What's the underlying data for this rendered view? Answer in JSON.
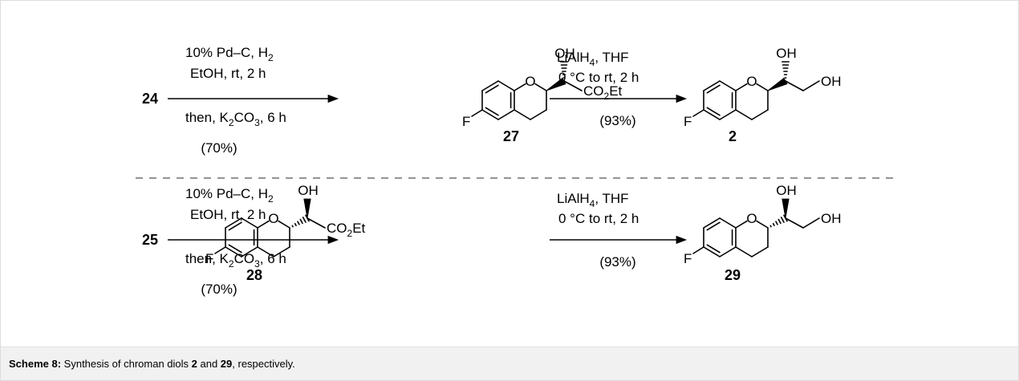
{
  "rows": [
    {
      "start": "24",
      "step1": {
        "above": [
          [
            "10% Pd–C, H",
            "2",
            ""
          ],
          [
            "EtOH, rt, 2 h"
          ]
        ],
        "below": [
          [
            "then, K",
            "2",
            "CO",
            "3",
            ", 6 h"
          ],
          [
            "(70%)"
          ]
        ]
      },
      "intermediate": {
        "label": "27",
        "F": "F",
        "O": "O",
        "OH": "OH",
        "ester": [
          "CO",
          "2",
          "Et"
        ]
      },
      "step2": {
        "above": [
          [
            "LiAlH",
            "4",
            ", THF"
          ],
          [
            "0 °C to rt, 2 h"
          ]
        ],
        "below": [
          [
            "(93%)"
          ]
        ]
      },
      "product": {
        "label": "2",
        "F": "F",
        "O": "O",
        "OH": "OH",
        "OH2": "OH"
      }
    },
    {
      "start": "25",
      "step1": {
        "above": [
          [
            "10% Pd–C, H",
            "2",
            ""
          ],
          [
            "EtOH, rt, 2 h"
          ]
        ],
        "below": [
          [
            "then, K",
            "2",
            "CO",
            "3",
            ", 6 h"
          ],
          [
            "(70%)"
          ]
        ]
      },
      "intermediate": {
        "label": "28",
        "F": "F",
        "O": "O",
        "OH": "OH",
        "ester": [
          "CO",
          "2",
          "Et"
        ]
      },
      "step2": {
        "above": [
          [
            "LiAlH",
            "4",
            ", THF"
          ],
          [
            "0 °C to rt, 2 h"
          ]
        ],
        "below": [
          [
            "(93%)"
          ]
        ]
      },
      "product": {
        "label": "29",
        "F": "F",
        "O": "O",
        "OH": "OH",
        "OH2": "OH"
      }
    }
  ],
  "caption": {
    "prefix": "Scheme 8:",
    "parts": [
      "Synthesis of chroman diols ",
      "2",
      " and ",
      "29",
      ", respectively."
    ]
  }
}
